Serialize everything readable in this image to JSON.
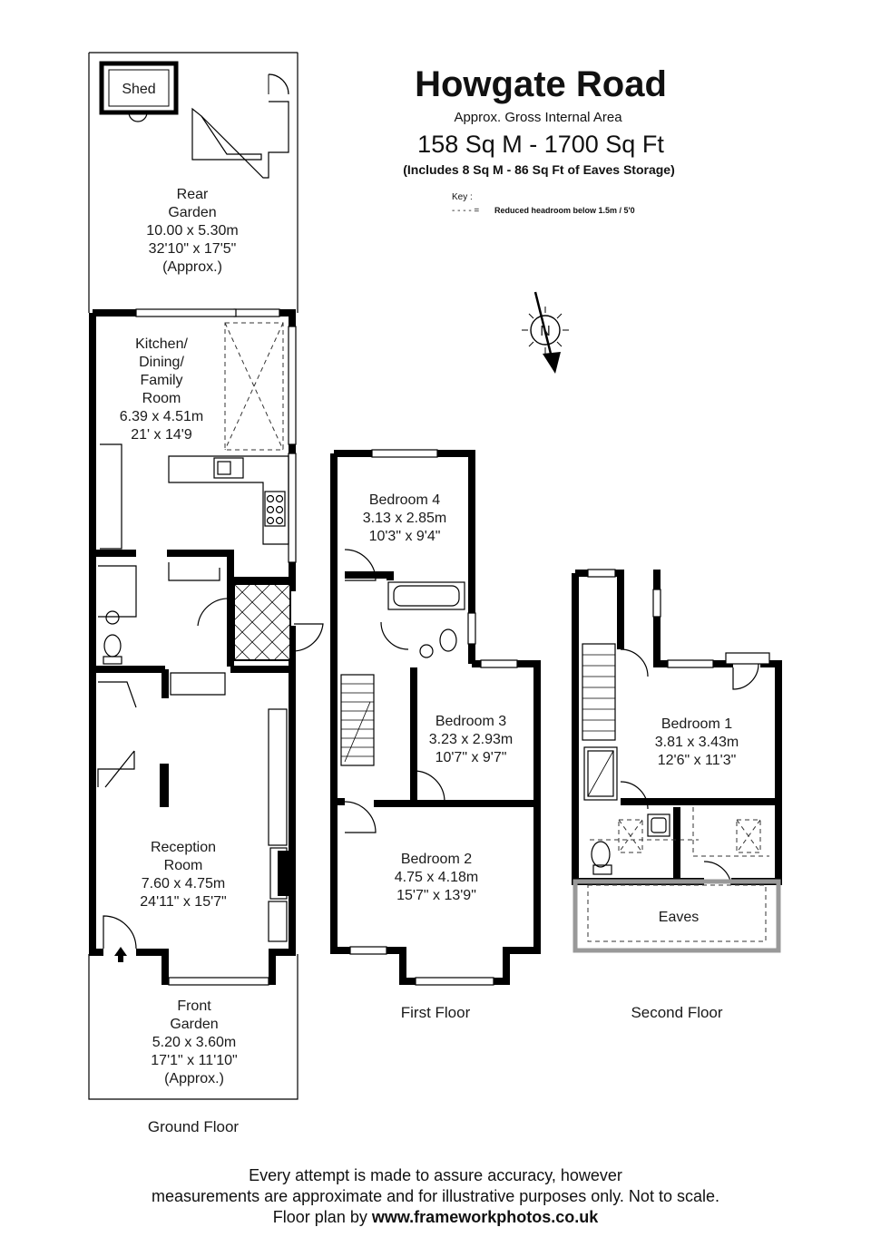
{
  "header": {
    "title": "Howgate Road",
    "subtitle": "Approx. Gross Internal Area",
    "area": "158 Sq M - 1700 Sq Ft",
    "eaves_note": "(Includes 8 Sq M - 86 Sq Ft of Eaves Storage)"
  },
  "key": {
    "label": "Key :",
    "dash_symbol": "- - - - =",
    "description": "Reduced  headroom below 1.5m / 5'0"
  },
  "compass": {
    "letter": "N"
  },
  "ground_floor": {
    "caption": "Ground Floor",
    "shed": {
      "name": "Shed"
    },
    "rear_garden": {
      "lines": [
        "Rear",
        "Garden",
        "10.00 x 5.30m",
        "32'10\" x 17'5\"",
        "(Approx.)"
      ]
    },
    "kitchen": {
      "lines": [
        "Kitchen/",
        "Dining/",
        "Family",
        "Room",
        "6.39 x 4.51m",
        "21' x 14'9"
      ]
    },
    "reception": {
      "lines": [
        "Reception",
        "Room",
        "7.60 x 4.75m",
        "24'11\" x 15'7\""
      ]
    },
    "front_garden": {
      "lines": [
        "Front",
        "Garden",
        "5.20 x 3.60m",
        "17'1\" x 11'10\"",
        "(Approx.)"
      ]
    }
  },
  "first_floor": {
    "caption": "First Floor",
    "bedroom4": {
      "lines": [
        "Bedroom 4",
        "3.13 x 2.85m",
        "10'3\" x 9'4\""
      ]
    },
    "bedroom3": {
      "lines": [
        "Bedroom 3",
        "3.23 x 2.93m",
        "10'7\" x 9'7\""
      ]
    },
    "bedroom2": {
      "lines": [
        "Bedroom 2",
        "4.75 x 4.18m",
        "15'7\" x 13'9\""
      ]
    }
  },
  "second_floor": {
    "caption": "Second Floor",
    "bedroom1": {
      "lines": [
        "Bedroom 1",
        "3.81 x 3.43m",
        "12'6\" x 11'3\""
      ]
    },
    "eaves": {
      "name": "Eaves"
    }
  },
  "footer": {
    "line1": "Every attempt is made to assure accuracy, however",
    "line2": "measurements are approximate and for illustrative purposes only. Not to scale.",
    "line3_prefix": "Floor plan by ",
    "line3_url": "www.frameworkphotos.co.uk"
  }
}
